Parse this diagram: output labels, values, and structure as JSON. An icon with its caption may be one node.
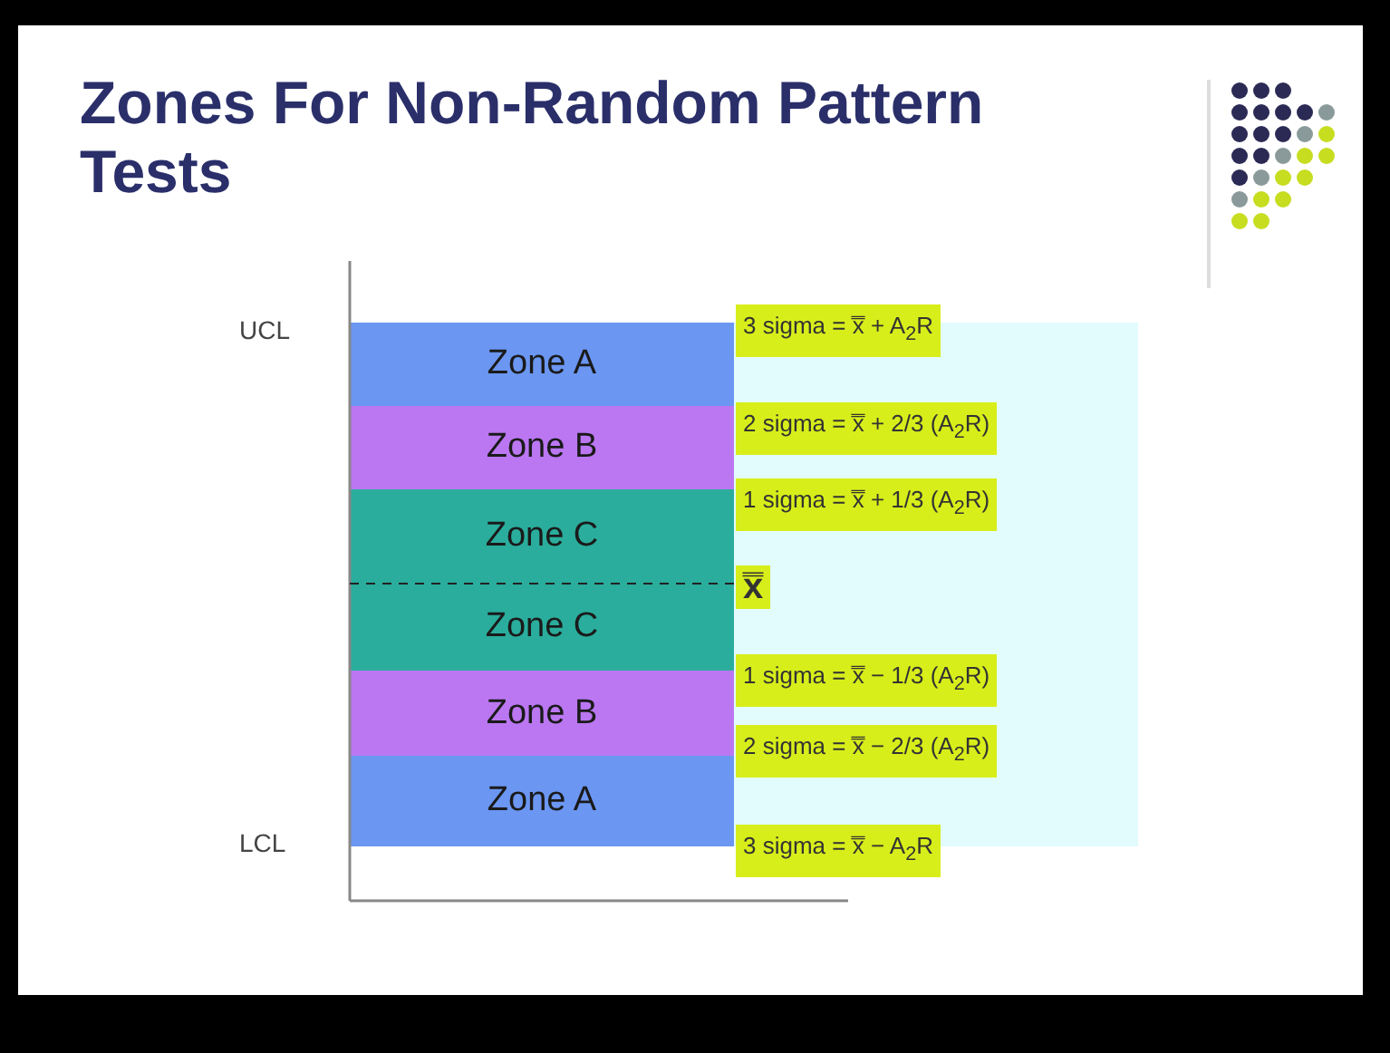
{
  "diagram": {
    "title": "Zones For Non-Random Pattern Tests",
    "nodes": [
      {
        "text": [
          "Zone A"
        ]
      },
      {
        "text": [
          "Zone B"
        ]
      },
      {
        "text": [
          "Zone C"
        ]
      },
      {
        "text": [
          "Zone C"
        ]
      },
      {
        "text": [
          "Zone B"
        ]
      },
      {
        "text": [
          "Zone A"
        ]
      }
    ],
    "labels": [
      "UCL",
      "3 sigma = x̿ + A$_{2}$R",
      "2 sigma = x̿ + 2/3 (A$_{2}$R)",
      "1 sigma = x̿ + 1/3 (A$_{2}$R)",
      "x̿",
      "1 sigma = x̿ − 1/3 (A$_{2}$R)",
      "2 sigma = x̿ − 2/3 (A$_{2}$R)",
      "LCL",
      "3 sigma = x̿ − A$_{2}$R"
    ]
  }
}
